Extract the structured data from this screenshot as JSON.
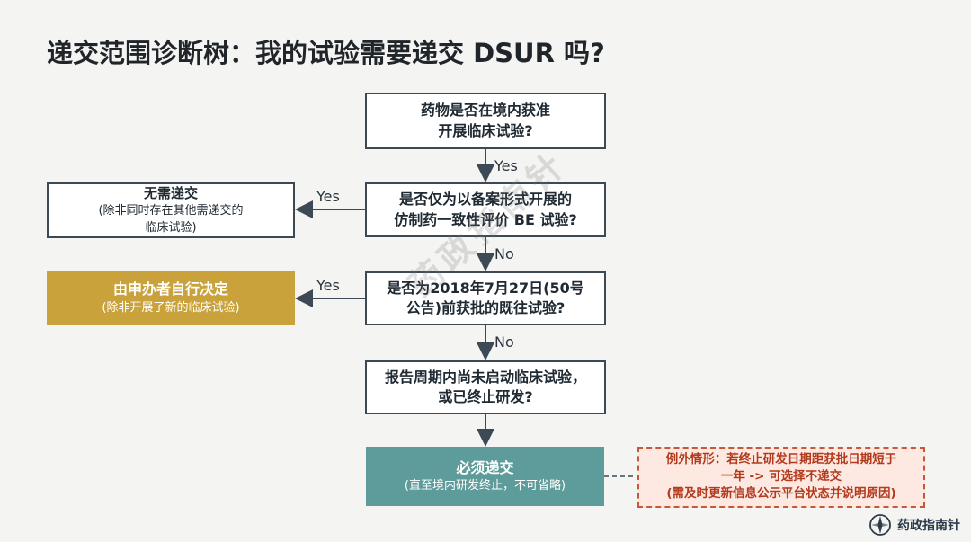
{
  "title": "递交范围诊断树：我的试验需要递交 DSUR 吗?",
  "nodes": {
    "q1": {
      "line1": "药物是否在境内获准",
      "line2": "开展临床试验?"
    },
    "q2": {
      "line1": "是否仅为以备案形式开展的",
      "line2": "仿制药一致性评价 BE 试验?"
    },
    "q3": {
      "line1": "是否为2018年7月27日(50号",
      "line2": "公告)前获批的既往试验?"
    },
    "q4": {
      "line1": "报告周期内尚未启动临床试验，",
      "line2": "或已终止研发?"
    },
    "no_submit": {
      "main": "无需递交",
      "sub1": "(除非同时存在其他需递交的",
      "sub2": "临床试验)"
    },
    "sponsor": {
      "main": "由申办者自行决定",
      "sub": "(除非开展了新的临床试验)"
    },
    "must": {
      "main": "必须递交",
      "sub": "(直至境内研发终止，不可省略)"
    },
    "exception": {
      "line1": "例外情形：若终止研发日期距获批日期短于",
      "line2": "一年 -> 可选择不递交",
      "line3": "(需及时更新信息公示平台状态并说明原因)"
    }
  },
  "edge_labels": {
    "q1_q2": "Yes",
    "q2_nosubmit": "Yes",
    "q2_q3": "No",
    "q3_sponsor": "Yes",
    "q3_q4": "No"
  },
  "watermark": "药政指南针",
  "brand": "药政指南针",
  "colors": {
    "gold": "#c9a23c",
    "teal": "#5e9c9b",
    "exception_border": "#c8573a",
    "exception_fill": "#fde9e1"
  }
}
